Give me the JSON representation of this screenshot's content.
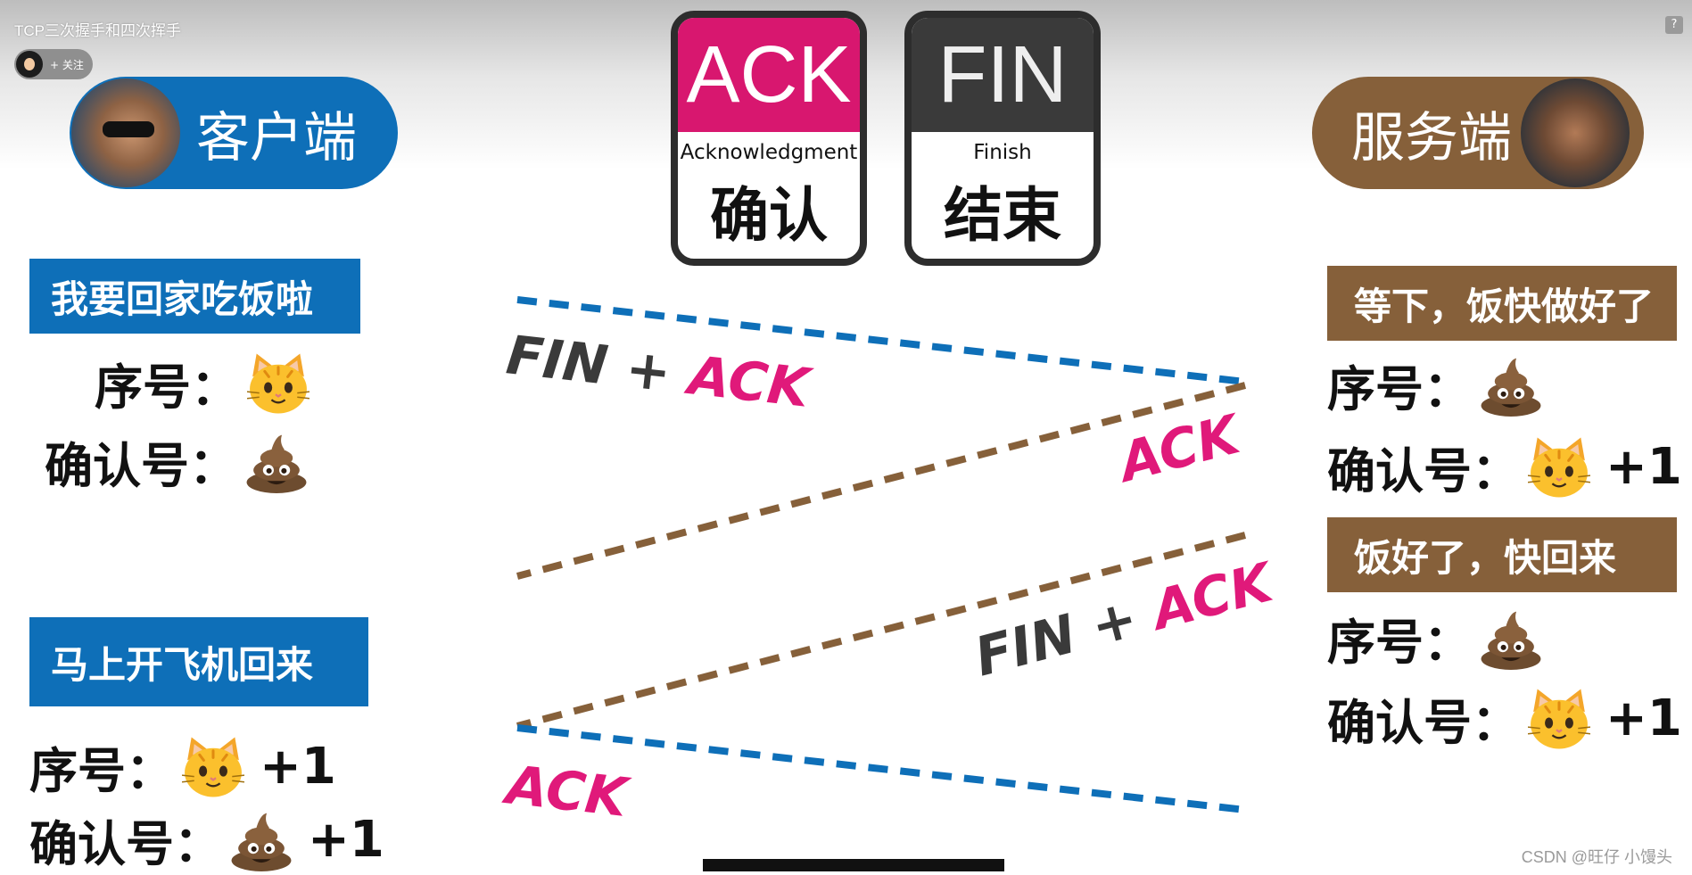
{
  "player": {
    "title": "TCP三次握手和四次挥手",
    "follow_label": "+ 关注",
    "help_label": "?"
  },
  "client": {
    "label": "客户端"
  },
  "server": {
    "label": "服务端"
  },
  "cards": {
    "ack": {
      "abbr": "ACK",
      "full": "Acknowledgment",
      "cn": "确认"
    },
    "fin": {
      "abbr": "FIN",
      "full": "Finish",
      "cn": "结束"
    }
  },
  "client_msgs": {
    "first": {
      "text": "我要回家吃饭啦",
      "seq_label": "序号：",
      "seq_icon": "cat-emoji",
      "ack_label": "确认号：",
      "ack_icon": "poop-emoji"
    },
    "second": {
      "text": "马上开飞机回来",
      "seq_label": "序号：",
      "seq_icon": "cat-emoji",
      "seq_suffix": "+1",
      "ack_label": "确认号：",
      "ack_icon": "poop-emoji",
      "ack_suffix": "+1"
    }
  },
  "server_msgs": {
    "first": {
      "text": "等下，饭快做好了",
      "seq_label": "序号：",
      "seq_icon": "poop-emoji",
      "ack_label": "确认号：",
      "ack_icon": "cat-emoji",
      "ack_suffix": "+1"
    },
    "second": {
      "text": "饭好了，快回来",
      "seq_label": "序号：",
      "seq_icon": "poop-emoji",
      "ack_label": "确认号：",
      "ack_icon": "cat-emoji",
      "ack_suffix": "+1"
    }
  },
  "arrows": {
    "a1": {
      "part1": "FIN + ",
      "part2": "ACK"
    },
    "a2": {
      "part1": "",
      "part2": "ACK"
    },
    "a3": {
      "part1": "FIN + ",
      "part2": "ACK"
    },
    "a4": {
      "part1": "",
      "part2": "ACK"
    }
  },
  "colors": {
    "client_blue": "#0e6fb8",
    "server_brown": "#86603a",
    "ack_pink": "#e0197a",
    "fin_dark": "#3a3a3a"
  },
  "watermark": "CSDN @旺仔 小馒头"
}
